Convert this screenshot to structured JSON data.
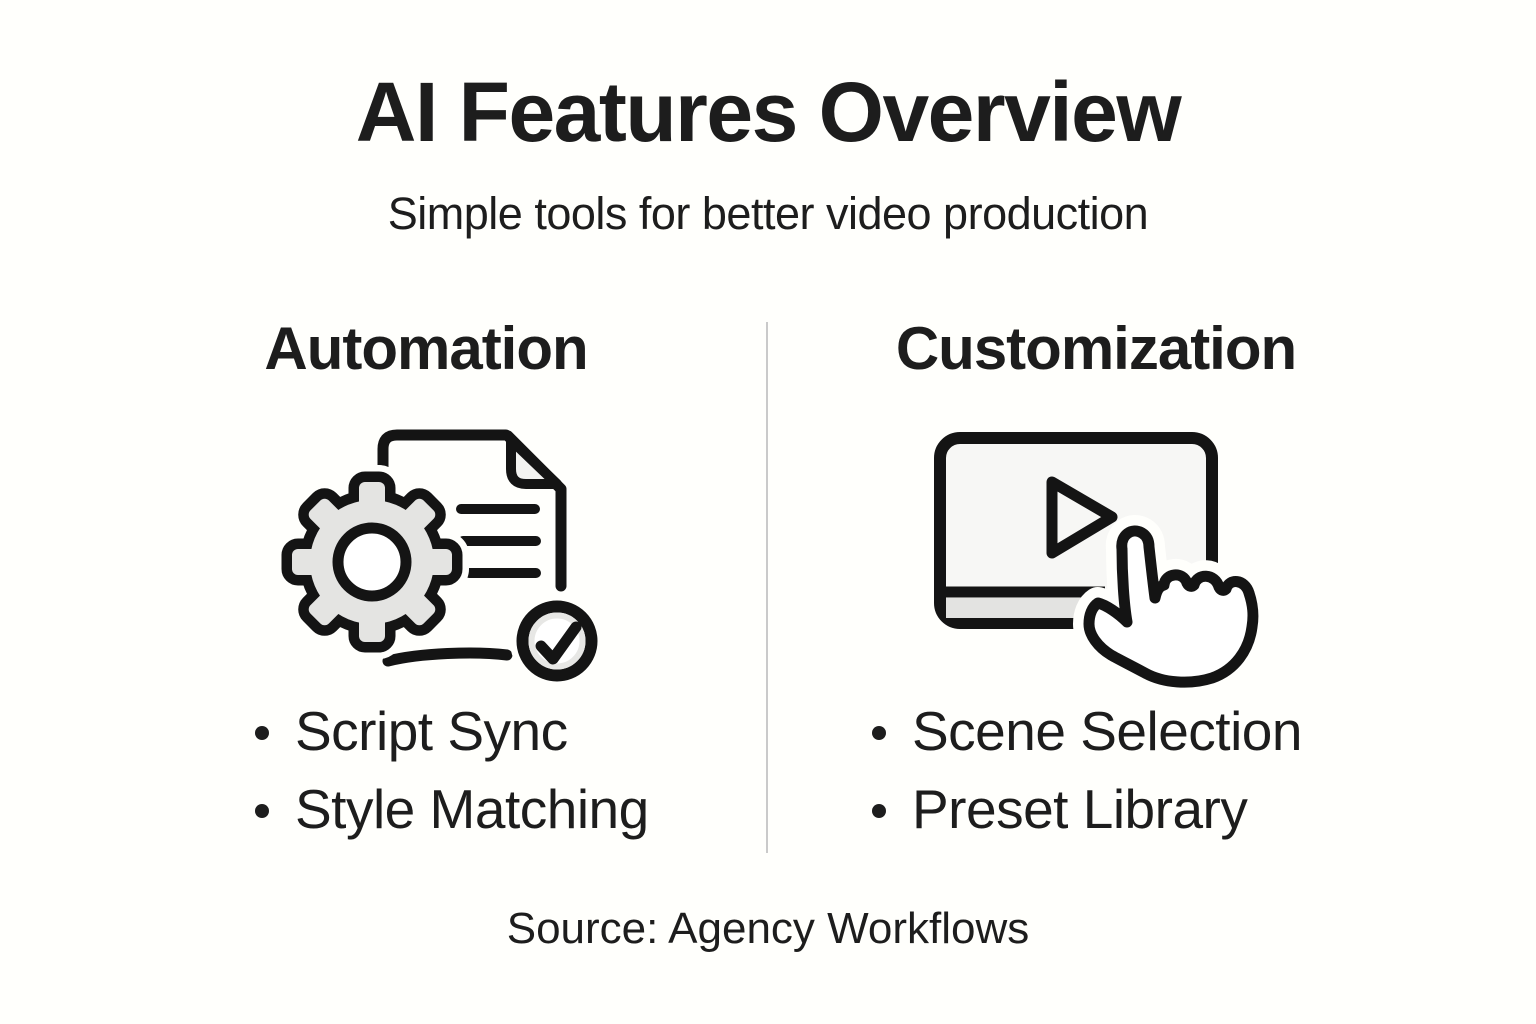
{
  "header": {
    "title": "AI Features Overview",
    "subtitle": "Simple tools for better video production"
  },
  "columns": [
    {
      "heading": "Automation",
      "icon": "gear-document-check-icon",
      "items": [
        "Script Sync",
        "Style Matching"
      ]
    },
    {
      "heading": "Customization",
      "icon": "video-player-click-icon",
      "items": [
        "Scene Selection",
        "Preset Library"
      ]
    }
  ],
  "footer": {
    "source": "Source: Agency Workflows"
  },
  "colors": {
    "background": "#fffffc",
    "ink": "#1d1d1d",
    "outline": "#141414",
    "gear_fill": "#e4e4e2",
    "screen_fill": "#f7f7f5",
    "strip_fill": "#e3e3e1",
    "fold_fill": "#f3f3f1",
    "check_ring": "#e7e7e5",
    "divider": "#cacaca"
  }
}
